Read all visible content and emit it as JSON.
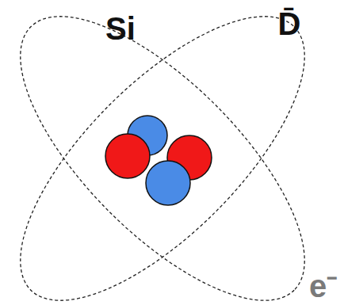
{
  "diagram": {
    "labels": [
      "Si",
      "D̄",
      "e⁻"
    ]
  }
}
